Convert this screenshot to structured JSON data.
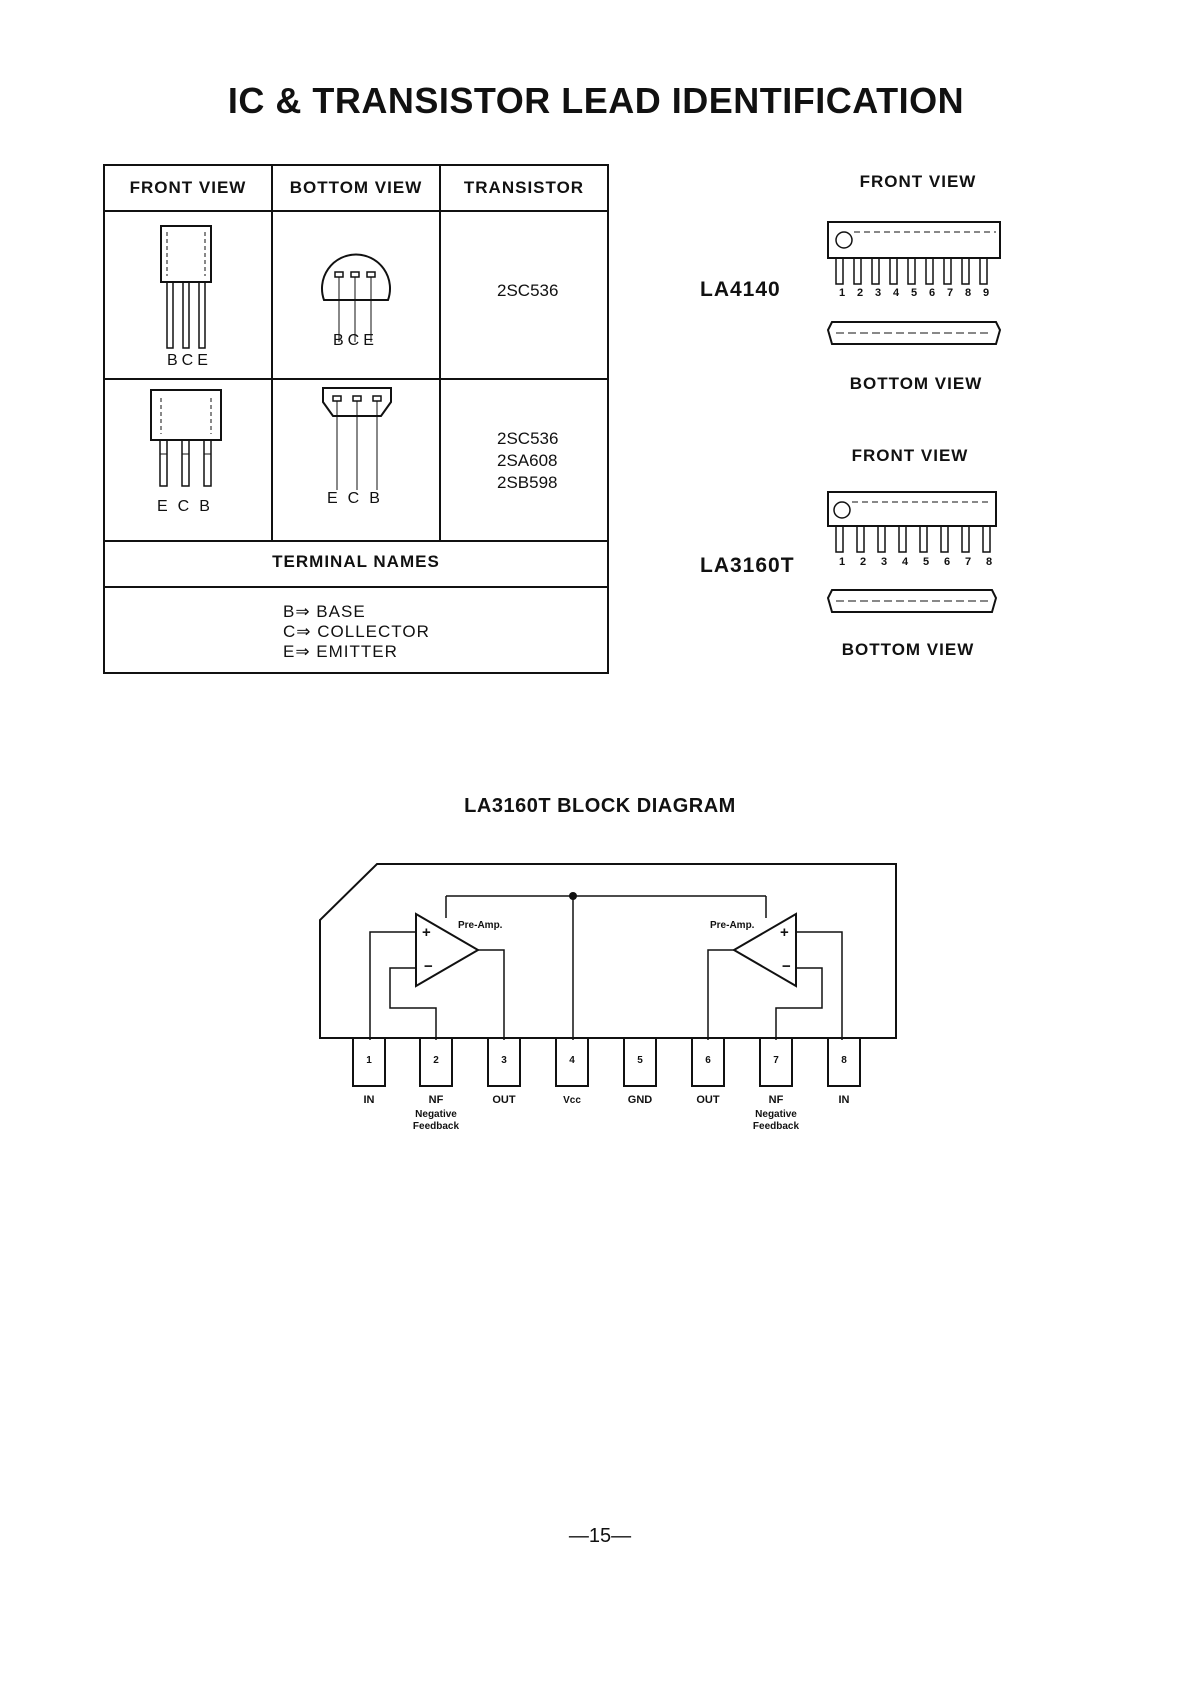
{
  "page": {
    "title": "IC & TRANSISTOR LEAD IDENTIFICATION",
    "page_number": "—15—"
  },
  "transistor_table": {
    "headers": [
      "FRONT VIEW",
      "BOTTOM VIEW",
      "TRANSISTOR"
    ],
    "rows": [
      {
        "front_pins": "BCE",
        "bottom_pins": "BCE",
        "transistors": [
          "2SC536"
        ]
      },
      {
        "front_pins": "ECB",
        "bottom_pins": "ECB",
        "transistors": [
          "2SC536",
          "2SA608",
          "2SB598"
        ]
      }
    ],
    "terminal_names_header": "TERMINAL NAMES",
    "terminal_names": [
      "B⇒ BASE",
      "C⇒ COLLECTOR",
      "E⇒ EMITTER"
    ]
  },
  "ics": [
    {
      "name": "LA4140",
      "front_label": "FRONT VIEW",
      "bottom_label": "BOTTOM VIEW",
      "pins": [
        "1",
        "2",
        "3",
        "4",
        "5",
        "6",
        "7",
        "8",
        "9"
      ]
    },
    {
      "name": "LA3160T",
      "front_label": "FRONT VIEW",
      "bottom_label": "BOTTOM VIEW",
      "pins": [
        "1",
        "2",
        "3",
        "4",
        "5",
        "6",
        "7",
        "8"
      ]
    }
  ],
  "block_diagram": {
    "title": "LA3160T BLOCK DIAGRAM",
    "amp_left_label": "Pre-Amp.",
    "amp_right_label": "Pre-Amp.",
    "plus_sign": "+",
    "minus_sign": "−",
    "pins": [
      {
        "num": "1",
        "label": "IN",
        "sub": ""
      },
      {
        "num": "2",
        "label": "NF",
        "sub": "Negative Feedback"
      },
      {
        "num": "3",
        "label": "OUT",
        "sub": ""
      },
      {
        "num": "4",
        "label": "Vcc",
        "sub": ""
      },
      {
        "num": "5",
        "label": "GND",
        "sub": ""
      },
      {
        "num": "6",
        "label": "OUT",
        "sub": ""
      },
      {
        "num": "7",
        "label": "NF",
        "sub": "Negative Feedback"
      },
      {
        "num": "8",
        "label": "IN",
        "sub": ""
      }
    ]
  }
}
